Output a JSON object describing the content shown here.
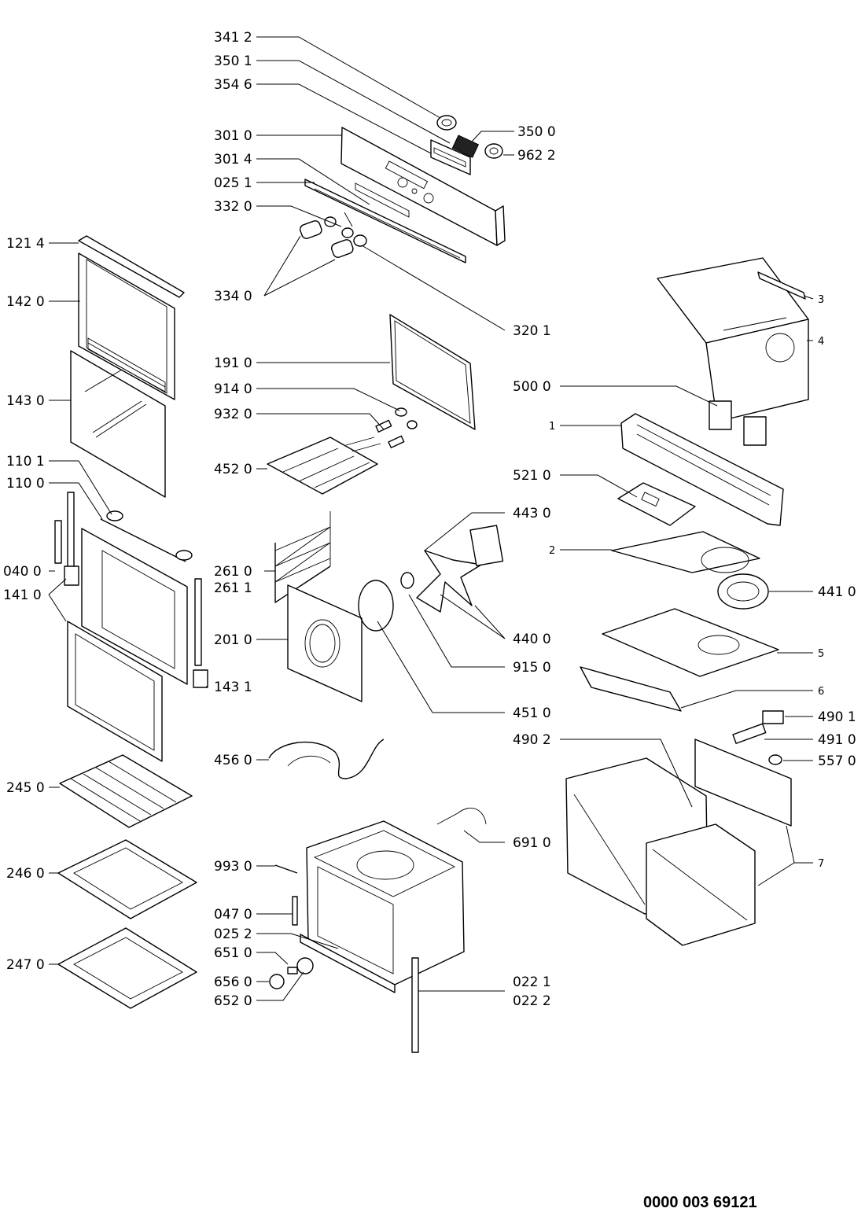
{
  "document_number": "0000 003 69121",
  "labels": {
    "l3412": "341 2",
    "l3501": "350 1",
    "l3546": "354 6",
    "l3010": "301 0",
    "l3014": "301 4",
    "l0251": "025 1",
    "l3320": "332 0",
    "l1214": "121 4",
    "l3340": "334 0",
    "l3201": "320 1",
    "l1420": "142 0",
    "l3500": "350 0",
    "l9622": "962 2",
    "l3": "3",
    "l4": "4",
    "l1910": "191 0",
    "l9140": "914 0",
    "l9320": "932 0",
    "l1430": "143 0",
    "l5000": "500 0",
    "l1": "1",
    "l4520": "452 0",
    "l1101": "110 1",
    "l1100": "110 0",
    "l5210": "521 0",
    "l4430": "443 0",
    "l2": "2",
    "l0400": "040 0",
    "l2610": "261 0",
    "l2611": "261 1",
    "l4410": "441 0",
    "l1410": "141 0",
    "l4400": "440 0",
    "l2010": "201 0",
    "l9150": "915 0",
    "l5": "5",
    "l1431": "143 1",
    "l6": "6",
    "l4510": "451 0",
    "l4901": "490 1",
    "l4902": "490 2",
    "l4910": "491 0",
    "l4560": "456 0",
    "l5570": "557 0",
    "l2450": "245 0",
    "l6910": "691 0",
    "l9930": "993 0",
    "l7": "7",
    "l2460": "246 0",
    "l0470": "047 0",
    "l0252": "025 2",
    "l6510": "651 0",
    "l2470": "247 0",
    "l6560": "656 0",
    "l6520": "652 0",
    "l0221": "022 1",
    "l0222": "022 2"
  }
}
